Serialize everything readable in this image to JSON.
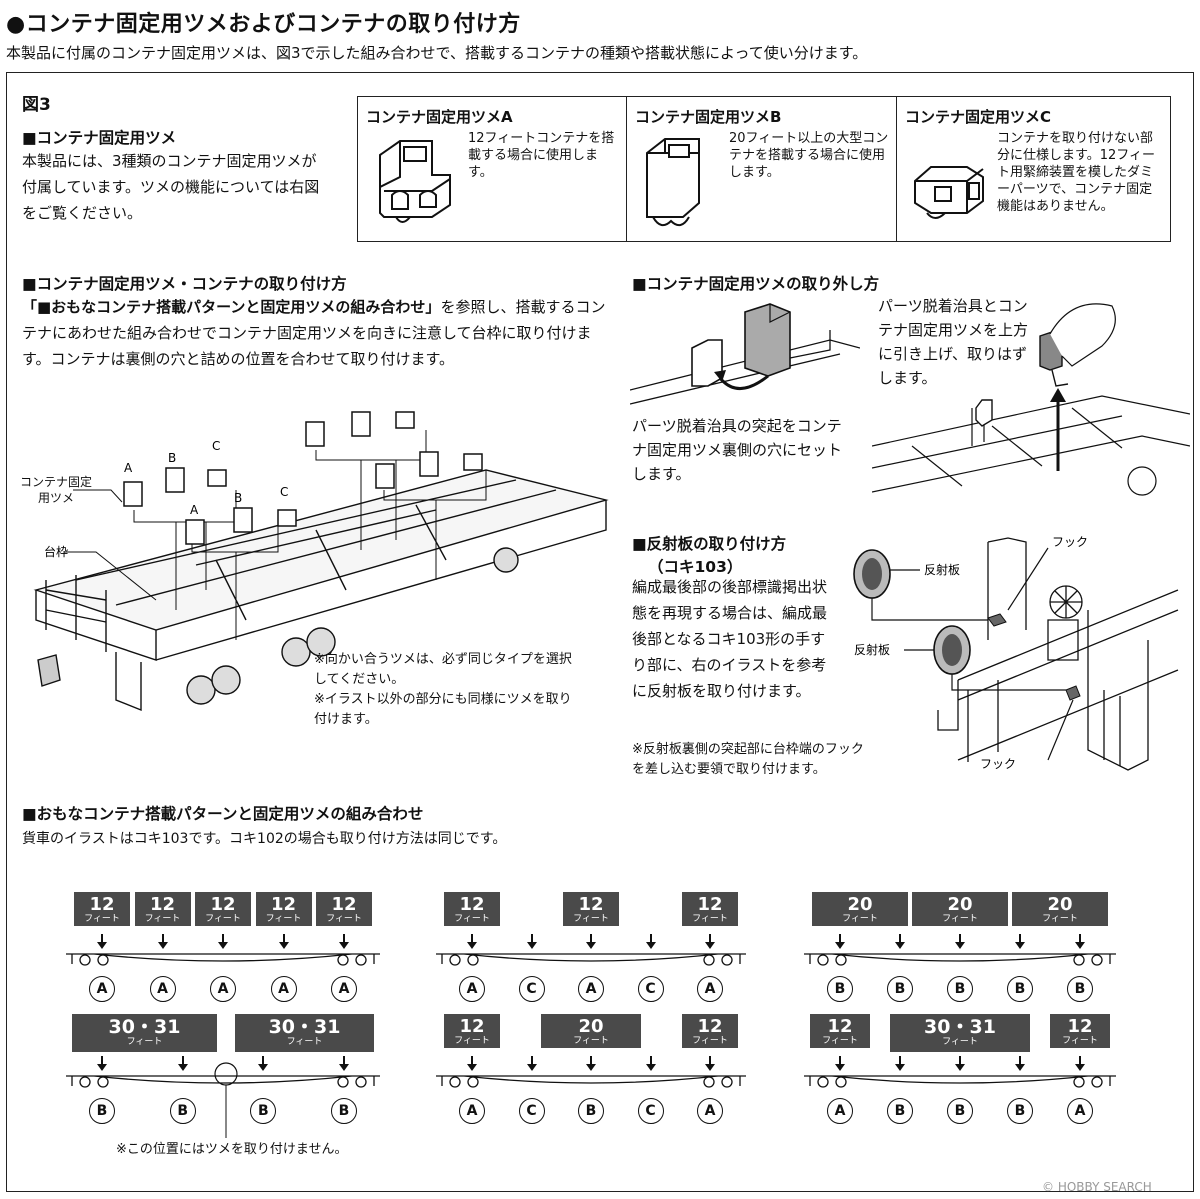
{
  "title": "●コンテナ固定用ツメおよびコンテナの取り付け方",
  "intro": "本製品に付属のコンテナ固定用ツメは、図3で示した組み合わせで、搭載するコンテナの種類や搭載状態によって使い分けます。",
  "fig_label": "図3",
  "sec1": {
    "heading": "■コンテナ固定用ツメ",
    "body": "本製品には、3種類のコンテナ固定用ツメが付属しています。ツメの機能については右図をご覧ください。"
  },
  "types": [
    {
      "title": "コンテナ固定用ツメA",
      "desc": "12フィートコンテナを搭載する場合に使用します。"
    },
    {
      "title": "コンテナ固定用ツメB",
      "desc": "20フィート以上の大型コンテナを搭載する場合に使用します。"
    },
    {
      "title": "コンテナ固定用ツメC",
      "desc": "コンテナを取り付けない部分に仕様します。12フィート用緊締装置を模したダミーパーツで、コンテナ固定機能はありません。"
    }
  ],
  "sec2": {
    "heading": "■コンテナ固定用ツメ・コンテナの取り付け方",
    "body_bold": "「■おもなコンテナ搭載パターンと固定用ツメの組み合わせ」",
    "body_rest": "を参照し、搭載するコンテナにあわせた組み合わせでコンテナ固定用ツメを向きに注意して台枠に取り付けます。コンテナは裏側の穴と詰めの位置を合わせて取り付けます。",
    "labels": {
      "a": "A",
      "b": "B",
      "c": "C",
      "tsume": "コンテナ固定用ツメ",
      "daiwaku": "台枠"
    },
    "note1": "※向かい合うツメは、必ず同じタイプを選択してください。",
    "note2": "※イラスト以外の部分にも同様にツメを取り付けます。"
  },
  "sec3": {
    "heading": "■コンテナ固定用ツメの取り外し方",
    "cap_left": "パーツ脱着治具の突起をコンテナ固定用ツメ裏側の穴にセットします。",
    "cap_right": "パーツ脱着治具とコンテナ固定用ツメを上方に引き上げ、取りはずします。"
  },
  "sec4": {
    "heading": "■反射板の取り付け方",
    "subheading": "（コキ103）",
    "body": "編成最後部の後部標識掲出状態を再現する場合は、編成最後部となるコキ103形の手すり部に、右のイラストを参考に反射板を取り付けます。",
    "note": "※反射板裏側の突起部に台枠端のフックを差し込む要領で取り付けます。",
    "label_reflector": "反射板",
    "label_hook": "フック"
  },
  "sec5": {
    "heading": "■おもなコンテナ搭載パターンと固定用ツメの組み合わせ",
    "body": "貨車のイラストはコキ103です。コキ102の場合も取り付け方法は同じです。",
    "foot_note": "※この位置にはツメを取り付けません。",
    "unit": "フィート",
    "patterns": [
      {
        "containers": [
          "12",
          "12",
          "12",
          "12",
          "12"
        ],
        "claws": [
          "A",
          "A",
          "A",
          "A",
          "A"
        ]
      },
      {
        "containers": [
          "12",
          "12",
          "12"
        ],
        "claws": [
          "A",
          "C",
          "A",
          "C",
          "A"
        ]
      },
      {
        "containers": [
          "20",
          "20",
          "20"
        ],
        "claws": [
          "B",
          "B",
          "B",
          "B",
          "B"
        ]
      },
      {
        "containers": [
          "30・31",
          "30・31"
        ],
        "claws": [
          "B",
          "B",
          "B",
          "B"
        ]
      },
      {
        "containers": [
          "12",
          "20",
          "12"
        ],
        "claws": [
          "A",
          "C",
          "B",
          "C",
          "A"
        ]
      },
      {
        "containers": [
          "12",
          "30・31",
          "12"
        ],
        "claws": [
          "A",
          "B",
          "B",
          "B",
          "A"
        ]
      }
    ]
  },
  "watermark": "© HOBBY SEARCH"
}
